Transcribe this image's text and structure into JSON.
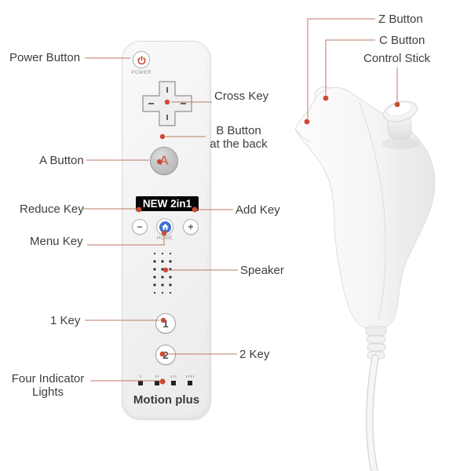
{
  "colors": {
    "background": "#ffffff",
    "label_text": "#3e3e3e",
    "leader_line": "#bd7a66",
    "leader_dot": "#cd4b30",
    "remote_body": "#f2f2f3",
    "badge_bg": "#050505",
    "badge_text": "#ffffff",
    "home_blue": "#3e6fce",
    "power_red": "#cb4226"
  },
  "icons": {
    "power": "power-icon",
    "home": "house-icon",
    "dpad": "cross-key-icon",
    "speaker": "speaker-grill-icon",
    "indicators": "indicator-lights-icon"
  },
  "callouts": {
    "power": {
      "label": "Power Button"
    },
    "cross": {
      "label": "Cross Key"
    },
    "b": {
      "line1": "B Button",
      "line2": "at the back"
    },
    "a": {
      "label": "A Button"
    },
    "reduce": {
      "label": "Reduce Key"
    },
    "add": {
      "label": "Add Key"
    },
    "menu": {
      "label": "Menu Key"
    },
    "speaker": {
      "label": "Speaker"
    },
    "one": {
      "label": "1 Key"
    },
    "two": {
      "label": "2 Key"
    },
    "indicators": {
      "label": "Four Indicator Lights"
    },
    "z": {
      "label": "Z Button"
    },
    "c": {
      "label": "C Button"
    },
    "stick": {
      "label": "Control Stick"
    }
  },
  "remote": {
    "power_text": "POWER",
    "badge_text": "NEW 2in1",
    "a_text": "A",
    "minus_text": "−",
    "home_text": "HOME",
    "plus_text": "+",
    "one_text": "1",
    "two_text": "2",
    "brand_text": "Motion plus"
  }
}
